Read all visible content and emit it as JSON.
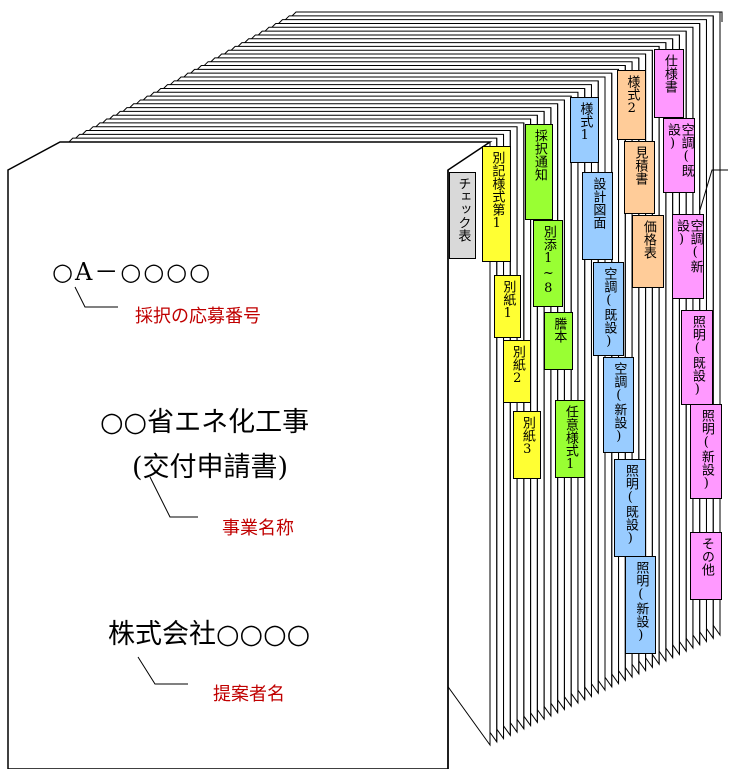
{
  "colors": {
    "gray": "#d9d9d9",
    "yellow": "#ffff33",
    "green": "#99ff33",
    "blue": "#99ccff",
    "orange": "#ffcc99",
    "pink": "#ff99ff",
    "annotation": "#c00000"
  },
  "cover": {
    "number": "○A－○○○○",
    "project_name": "○○省エネ化工事",
    "subtitle": "(交付申請書)",
    "company": "株式会社○○○○"
  },
  "annotations": {
    "number_note": "採択の応募番号",
    "project_note": "事業名称",
    "company_note": "提案者名"
  },
  "tabs": {
    "check": "チェック表",
    "bekki": "別記様式第1",
    "besshi1": "別紙1",
    "besshi2": "別紙2",
    "besshi3": "別紙3",
    "saitaku": "採択通知",
    "betten": "別添1~8",
    "tohon": "謄本",
    "nini": "任意様式1",
    "yoshiki1": "様式1",
    "sekkei": "設計図面",
    "kucho_kisetsu_b": "空調(既設)",
    "kucho_shinsetsu_b": "空調(新設)",
    "shomei_kisetsu_b": "照明(既設)",
    "shomei_shinsetsu_b": "照明(新設)",
    "yoshiki2": "様式2",
    "mitsumori": "見積書",
    "kakaku": "価格表",
    "shiyosho": "仕様書",
    "kucho_kisetsu_p": "空調(既設)",
    "kucho_shinsetsu_p": "空調(新設)",
    "shomei_kisetsu_p": "照明(既設)",
    "shomei_shinsetsu_p": "照明(新設)",
    "sonota": "その他"
  }
}
